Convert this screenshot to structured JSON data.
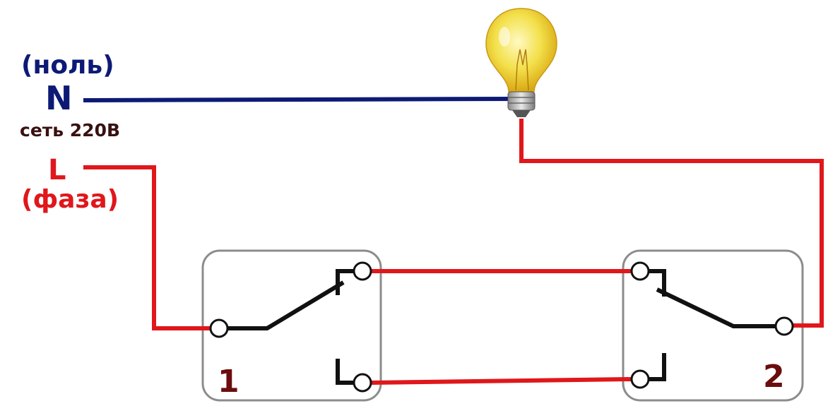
{
  "labels": {
    "neutral_paren": "(ноль)",
    "neutral_letter": "N",
    "network": "сеть 220В",
    "phase_letter": "L",
    "phase_paren": "(фаза)",
    "switch1_number": "1",
    "switch2_number": "2"
  },
  "colors": {
    "neutral": "#0d1a75",
    "phase": "#e0171b",
    "network_text": "#3a1010",
    "switch_number": "#6b0d0d",
    "switch_box": "#8c8c8c",
    "contact": "#111111"
  }
}
